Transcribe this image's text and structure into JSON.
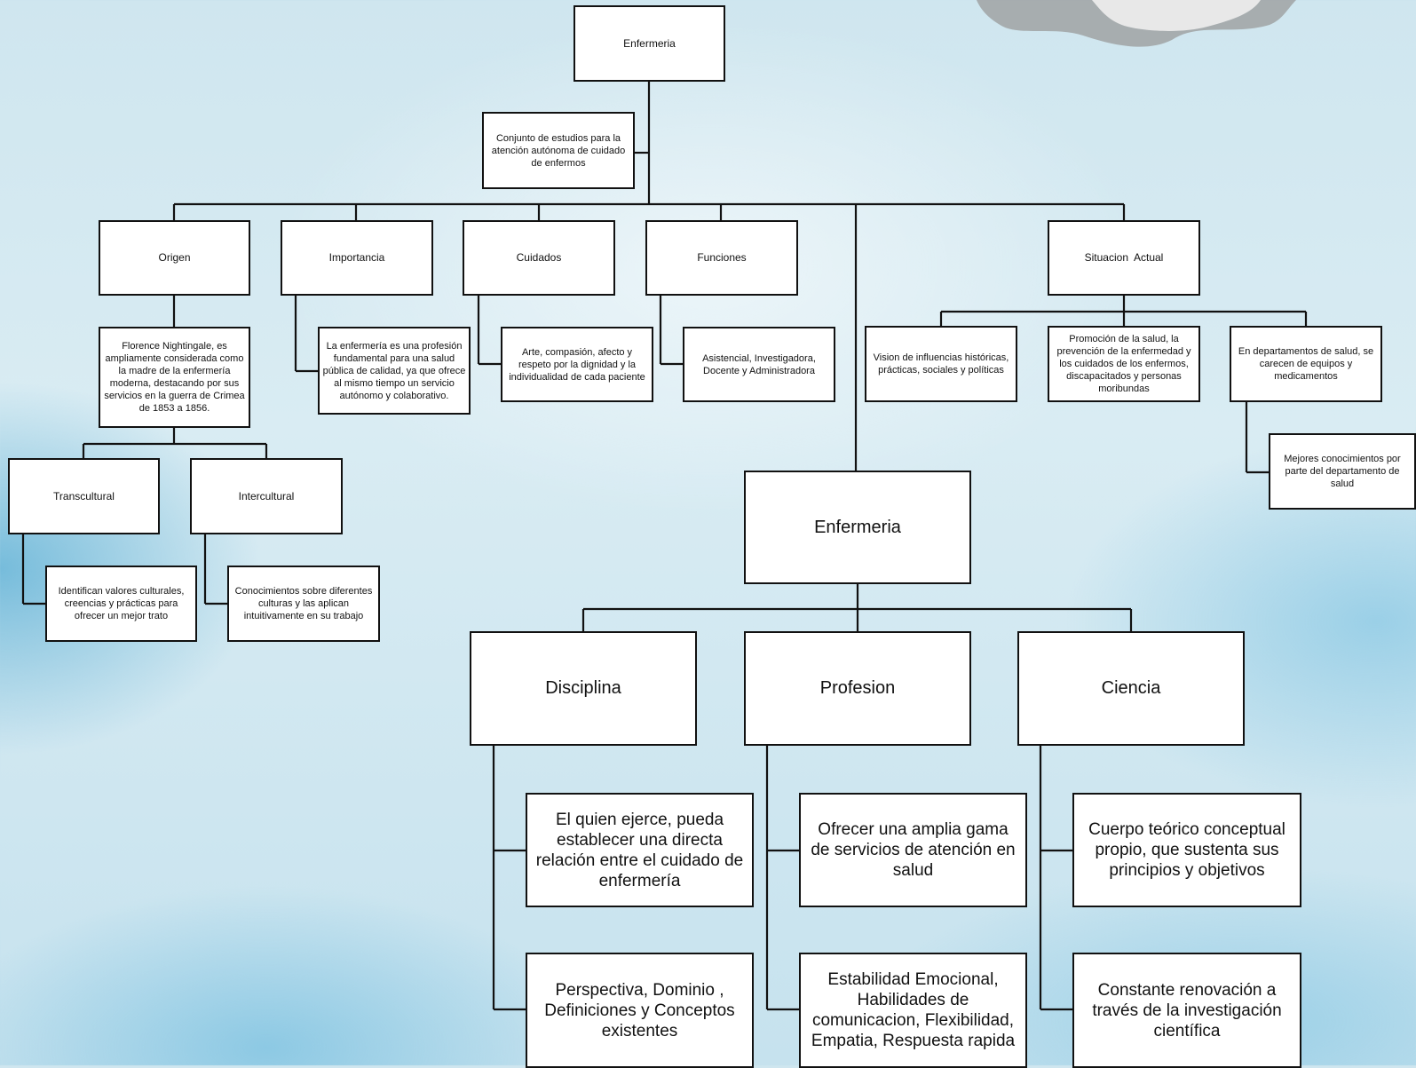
{
  "top": {
    "title": "Enfermeria",
    "definition": "Conjunto de estudios para la atención autónoma de cuidado de enfermos"
  },
  "branches": {
    "origen": {
      "label": "Origen",
      "detail": "Florence Nightingale, es ampliamente considerada como la madre de la enfermería moderna, destacando por sus servicios en la guerra de Crimea de 1853 a 1856.",
      "transcultural": {
        "label": "Transcultural",
        "detail": "Identifican valores culturales, creencias y prácticas para ofrecer un mejor trato"
      },
      "intercultural": {
        "label": "Intercultural",
        "detail": "Conocimientos sobre diferentes culturas y las aplican intuitivamente en su trabajo"
      }
    },
    "importancia": {
      "label": "Importancia",
      "detail": "La enfermería es una profesión fundamental para una salud pública de calidad, ya que ofrece al mismo tiempo un servicio autónomo y colaborativo."
    },
    "cuidados": {
      "label": "Cuidados",
      "detail": "Arte, compasión, afecto y respeto por la dignidad y la individualidad de cada paciente"
    },
    "funciones": {
      "label": "Funciones",
      "detail": "Asistencial, Investigadora, Docente y Administradora"
    },
    "situacion": {
      "label": "Situacion  Actual",
      "detail1": "Vision de  influencias históricas, prácticas, sociales y políticas",
      "detail2": "Promoción de la salud, la prevención de la enfermedad y los cuidados de los enfermos, discapacitados y personas moribundas",
      "detail3": "En departamentos de salud, se carecen de equipos y medicamentos",
      "detail3_sub": "Mejores conocimientos por parte del departamento de salud"
    }
  },
  "second": {
    "title": "Enfermeria",
    "disciplina": {
      "label": "Disciplina",
      "item1": "El quien ejerce, pueda establecer una directa relación entre el cuidado de enfermería",
      "item2": "Perspectiva, Dominio , Definiciones y Conceptos existentes"
    },
    "profesion": {
      "label": "Profesion",
      "item1": "Ofrecer una amplia gama de servicios de atención en salud",
      "item2": "Estabilidad Emocional, Habilidades de comunicacion, Flexibilidad, Empatia, Respuesta rapida"
    },
    "ciencia": {
      "label": "Ciencia",
      "item1": "Cuerpo teórico conceptual propio, que sustenta sus principios y objetivos",
      "item2": "Constante renovación a través de la investigación científica"
    }
  }
}
